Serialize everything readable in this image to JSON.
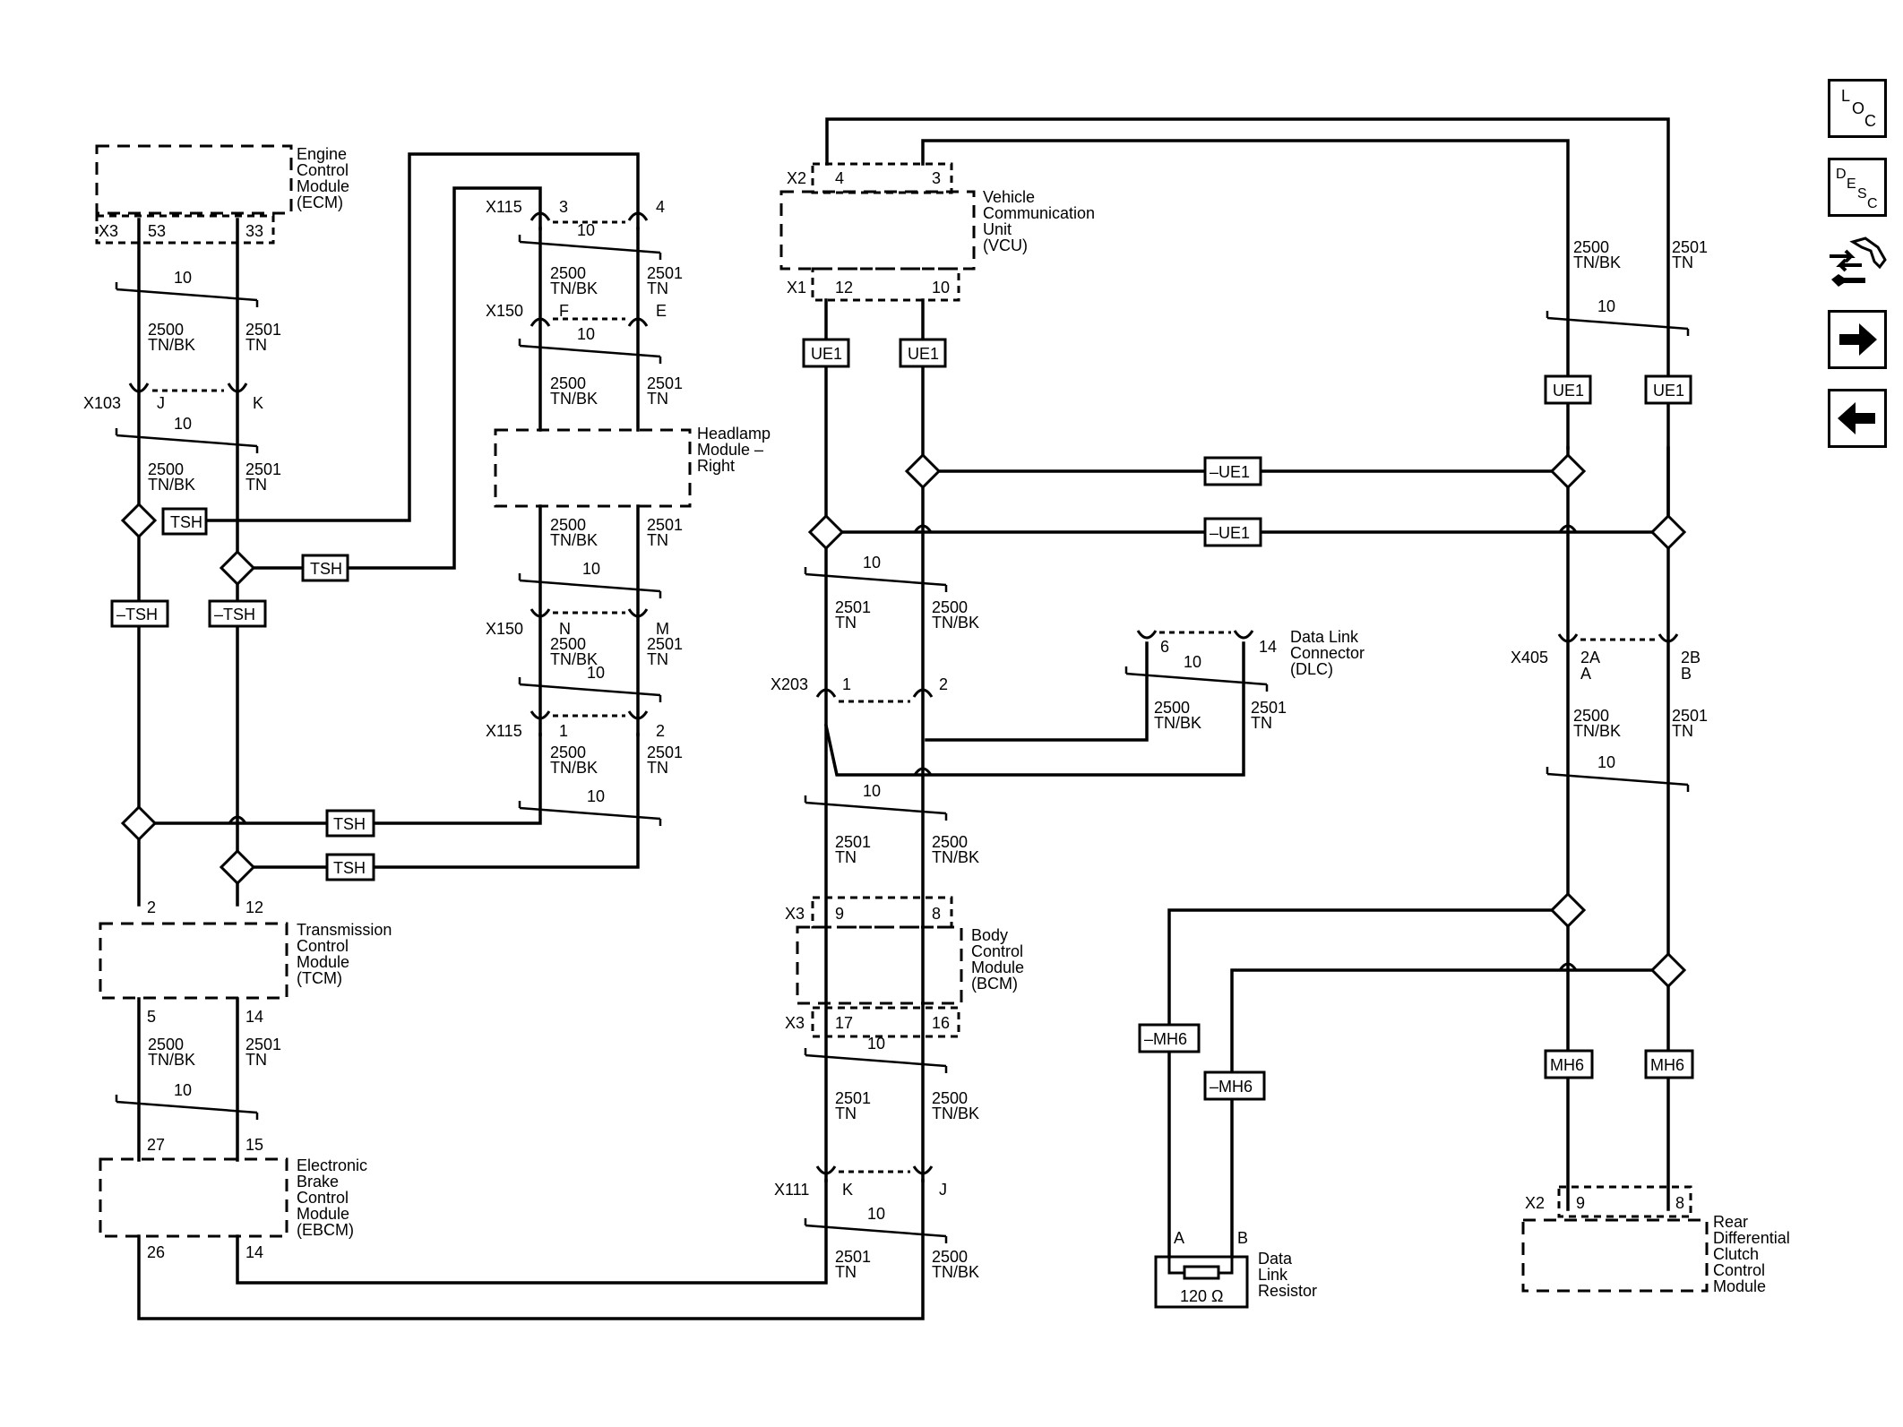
{
  "colors": {
    "ink": "#000000",
    "background": "#ffffff"
  },
  "modules": {
    "ecm": [
      "Engine",
      "Control",
      "Module",
      "(ECM)"
    ],
    "tcm": [
      "Transmission",
      "Control",
      "Module",
      "(TCM)"
    ],
    "ebcm": [
      "Electronic",
      "Brake",
      "Control",
      "Module",
      "(EBCM)"
    ],
    "headlamp": [
      "Headlamp",
      "Module –",
      "Right"
    ],
    "vcu": [
      "Vehicle",
      "Communication",
      "Unit",
      "(VCU)"
    ],
    "dlc": [
      "Data Link",
      "Connector",
      "(DLC)"
    ],
    "bcm": [
      "Body",
      "Control",
      "Module",
      "(BCM)"
    ],
    "resistor": [
      "Data",
      "Link",
      "Resistor"
    ],
    "rear_diff": [
      "Rear",
      "Differential",
      "Clutch",
      "Control",
      "Module"
    ],
    "resistor_value": "120 Ω"
  },
  "connectors": {
    "x3": "X3",
    "x103": "X103",
    "x115": "X115",
    "x150": "X150",
    "x2": "X2",
    "x1": "X1",
    "x203": "X203",
    "x405": "X405",
    "x111": "X111"
  },
  "pins": {
    "ecm_53": "53",
    "ecm_33": "33",
    "x103_j": "J",
    "x103_k": "K",
    "tcm_2": "2",
    "tcm_12": "12",
    "tcm_5": "5",
    "tcm_14": "14",
    "ebcm_27": "27",
    "ebcm_15": "15",
    "ebcm_26": "26",
    "ebcm_14": "14",
    "x115_3": "3",
    "x115_4": "4",
    "x150_f": "F",
    "x150_e": "E",
    "x150_n": "N",
    "x150_m": "M",
    "x115_1": "1",
    "x115_2": "2",
    "vcu_4": "4",
    "vcu_3": "3",
    "vcu_12": "12",
    "vcu_10": "10",
    "x203_1": "1",
    "x203_2": "2",
    "dlc_6": "6",
    "dlc_14": "14",
    "bcm_9": "9",
    "bcm_8": "8",
    "bcm_17": "17",
    "bcm_16": "16",
    "x111_k": "K",
    "x111_j": "J",
    "x405_2a": "2A",
    "x405_a": "A",
    "x405_2b": "2B",
    "x405_b": "B",
    "res_a": "A",
    "res_b": "B",
    "rdc_9": "9",
    "rdc_8": "8"
  },
  "wires": {
    "c2500": "2500",
    "c2501": "2501",
    "tnbk": "TN/BK",
    "tn": "TN",
    "twist": "10"
  },
  "tags": {
    "tsh": "TSH",
    "ntsh": "–TSH",
    "ue1": "UE1",
    "nue1": "–UE1",
    "mh6": "MH6",
    "nmh6": "–MH6"
  },
  "nav": {
    "loc_icon": "LOC",
    "desc_icon": "DESC",
    "wrench_icon": "tools-icon",
    "next_icon": "arrow-right-icon",
    "prev_icon": "arrow-left-icon"
  }
}
